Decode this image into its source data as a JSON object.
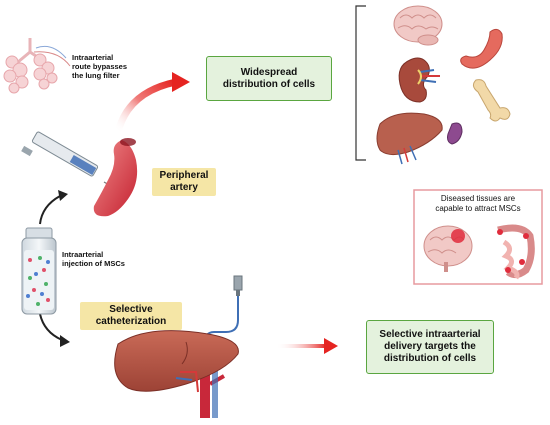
{
  "labels": {
    "lung_bypass": "Intraarterial\nroute bypasses\nthe lung filter",
    "widespread": "Widespread\ndistribution of cells",
    "peripheral_artery": "Peripheral\nartery",
    "injection": "Intraarterial\ninjection of MSCs",
    "diseased": "Diseased tissues are\ncapable to attract MSCs",
    "selective_cath": "Selective\ncatheterization",
    "selective_delivery": "Selective intraarterial\ndelivery targets the\ndistribution of cells"
  },
  "colors": {
    "green_fill": "#e4f2dd",
    "green_border": "#5aa640",
    "yellow_fill": "#f5e6a6",
    "pink_border": "#e79a9f",
    "arrow_red": "#e52421",
    "liver": "#b85a4a",
    "artery": "#c8283a"
  },
  "icons": [
    "lung-icon",
    "syringe-icon",
    "artery-icon",
    "vial-icon",
    "brain-icon",
    "kidney-icon",
    "stomach-icon",
    "bone-icon",
    "liver-icon",
    "spleen-icon",
    "catheter-icon",
    "intestine-icon"
  ]
}
